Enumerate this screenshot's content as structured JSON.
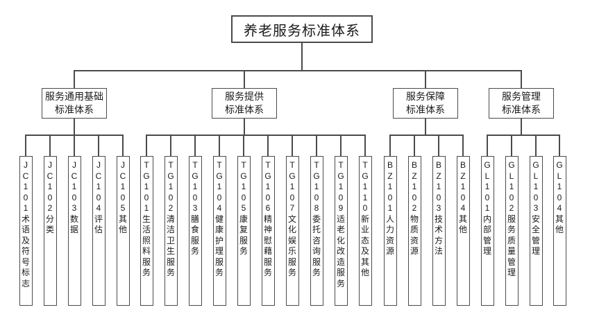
{
  "root": {
    "label": "养老服务标准体系"
  },
  "groups": [
    {
      "label_line1": "服务通用基础",
      "label_line2": "标准体系",
      "children": [
        {
          "code": "JC101",
          "label": "术语及符号标志"
        },
        {
          "code": "JC102",
          "label": "分类"
        },
        {
          "code": "JC103",
          "label": "数据"
        },
        {
          "code": "JC104",
          "label": "评估"
        },
        {
          "code": "JC105",
          "label": "其他"
        }
      ]
    },
    {
      "label_line1": "服务提供",
      "label_line2": "标准体系",
      "children": [
        {
          "code": "TG101",
          "label": "生活照料服务"
        },
        {
          "code": "TG102",
          "label": "清洁卫生服务"
        },
        {
          "code": "TG103",
          "label": "膳食服务"
        },
        {
          "code": "TG104",
          "label": "健康护理服务"
        },
        {
          "code": "TG105",
          "label": "康复服务"
        },
        {
          "code": "TG106",
          "label": "精神慰藉服务"
        },
        {
          "code": "TG107",
          "label": "文化娱乐服务"
        },
        {
          "code": "TG108",
          "label": "委托咨询服务"
        },
        {
          "code": "TG109",
          "label": "适老化改造服务"
        },
        {
          "code": "TG110",
          "label": "新业态及其他"
        }
      ]
    },
    {
      "label_line1": "服务保障",
      "label_line2": "标准体系",
      "children": [
        {
          "code": "BZ101",
          "label": "人力资源"
        },
        {
          "code": "BZ102",
          "label": "物质资源"
        },
        {
          "code": "BZ103",
          "label": "技术方法"
        },
        {
          "code": "BZ104",
          "label": "其他"
        }
      ]
    },
    {
      "label_line1": "服务管理",
      "label_line2": "标准体系",
      "children": [
        {
          "code": "GL101",
          "label": "内部管理"
        },
        {
          "code": "GL102",
          "label": "服务质量管理"
        },
        {
          "code": "GL103",
          "label": "安全管理"
        },
        {
          "code": "GL104",
          "label": "其他"
        }
      ]
    }
  ],
  "colors": {
    "line": "#4a4a4a",
    "text": "#1a1a1a",
    "background": "#ffffff"
  }
}
